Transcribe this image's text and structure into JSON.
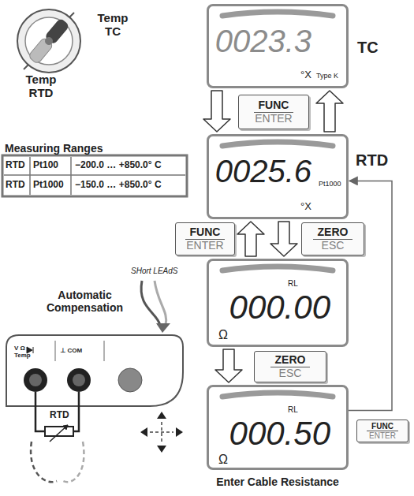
{
  "diagram": {
    "nodes": [
      {
        "text": [
          "TC",
          "0023.3",
          "°X",
          "Type K"
        ]
      },
      {
        "text": [
          "FUNC",
          "ENTER"
        ]
      },
      {
        "text": [
          "RTD",
          "0025.6",
          "Pt1000",
          "°X"
        ]
      },
      {
        "text": [
          "FUNC",
          "ENTER"
        ]
      },
      {
        "text": [
          "ZERO",
          "ESC"
        ]
      },
      {
        "text": [
          "RL",
          "000.00",
          "Ω"
        ]
      },
      {
        "text": [
          "ZERO",
          "ESC"
        ]
      },
      {
        "text": [
          "RL",
          "000.50",
          "Ω"
        ]
      },
      {
        "text": [
          "FUNC",
          "ENTER"
        ]
      }
    ],
    "edges": [
      {
        "from": 0,
        "to": 2,
        "arrow": "to"
      },
      {
        "from": 2,
        "to": 0,
        "arrow": "to"
      },
      {
        "from": 2,
        "to": 5,
        "arrow": "to"
      },
      {
        "from": 5,
        "to": 2,
        "arrow": "to"
      },
      {
        "from": 5,
        "to": 7,
        "arrow": "to"
      },
      {
        "from": 7,
        "to": 2,
        "arrow": "to"
      }
    ],
    "labels": [
      "Temp TC",
      "Temp RTD",
      "Measuring Ranges",
      "RTD",
      "Pt100",
      "−200.0 … +850.0° C",
      "RTD",
      "Pt1000",
      "−150.0 … +850.0° C",
      "SHort LEAdS",
      "Automatic Compensation",
      "V Ω Temp",
      "⊥ COM",
      "RTD",
      "Enter Cable Resistance"
    ]
  }
}
